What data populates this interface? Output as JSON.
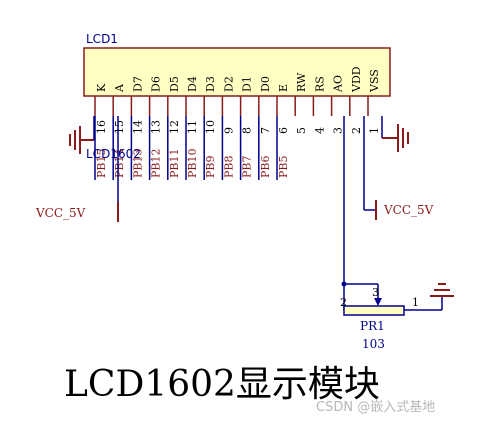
{
  "component": {
    "designator": "LCD1",
    "designator_overlap": "LCD1602"
  },
  "pins": [
    {
      "num": "16",
      "name": "K",
      "net": "PB15"
    },
    {
      "num": "15",
      "name": "A",
      "net": "PB14"
    },
    {
      "num": "14",
      "name": "D7",
      "net": "PB13"
    },
    {
      "num": "13",
      "name": "D6",
      "net": "PB12"
    },
    {
      "num": "12",
      "name": "D5",
      "net": "PB11"
    },
    {
      "num": "11",
      "name": "D4",
      "net": "PB10"
    },
    {
      "num": "10",
      "name": "D3",
      "net": "PB9"
    },
    {
      "num": "9",
      "name": "D2",
      "net": "PB8"
    },
    {
      "num": "8",
      "name": "D1",
      "net": "PB7"
    },
    {
      "num": "7",
      "name": "D0",
      "net": "PB6"
    },
    {
      "num": "6",
      "name": "E",
      "net": "PB5"
    },
    {
      "num": "5",
      "name": "RW",
      "net": ""
    },
    {
      "num": "4",
      "name": "RS",
      "net": ""
    },
    {
      "num": "3",
      "name": "AO",
      "net": ""
    },
    {
      "num": "2",
      "name": "VDD",
      "net": ""
    },
    {
      "num": "1",
      "name": "VSS",
      "net": ""
    }
  ],
  "power": {
    "vcc_left": "VCC_5V",
    "vcc_right": "VCC_5V"
  },
  "pot": {
    "designator": "PR1",
    "value": "103",
    "pin1": "1",
    "pin2": "2",
    "pin3": "3"
  },
  "title": "LCD1602显示模块",
  "watermark": "CSDN @嵌入式基地",
  "colors": {
    "body_fill": "#ffffc4",
    "body_stroke": "#8b1a1a",
    "wire": "#00008b",
    "net_label": "#8b1a1a",
    "pin_text": "#000000",
    "title": "#000000",
    "watermark": "#c8c8c8"
  }
}
